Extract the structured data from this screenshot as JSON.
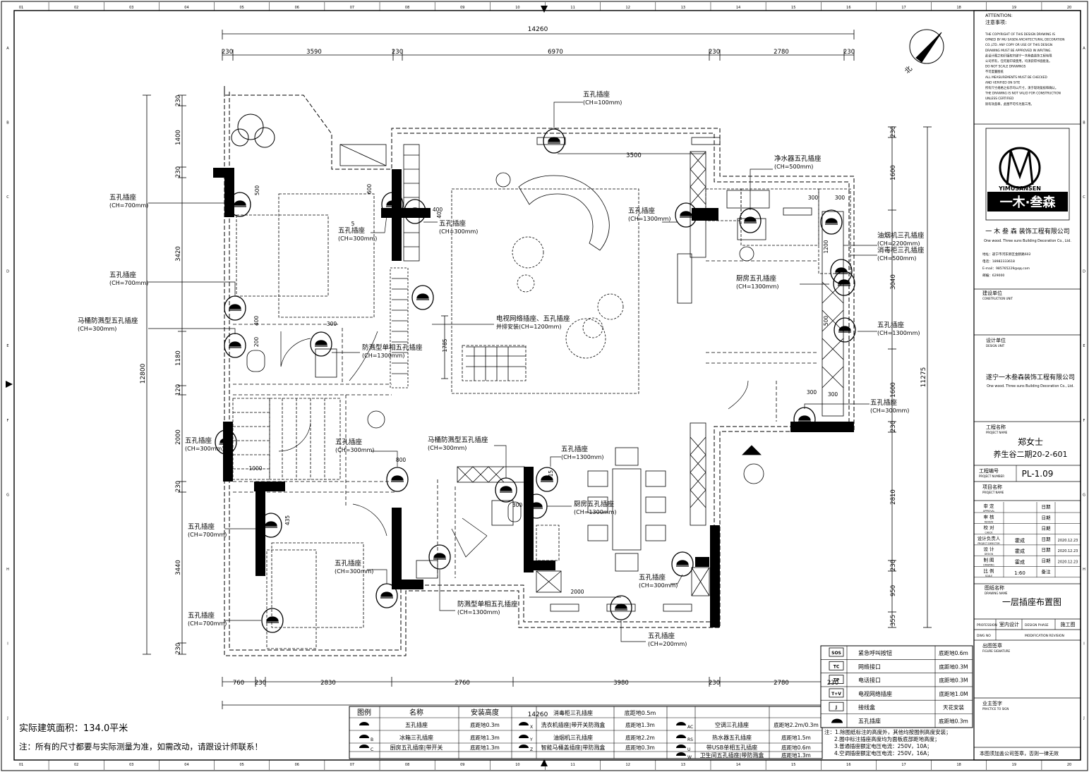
{
  "drawing": {
    "dims_top": {
      "total": "14260",
      "segments": [
        "230",
        "3590",
        "230",
        "6970",
        "230",
        "2780",
        "230"
      ],
      "interior_3500": "3500"
    },
    "dims_left": {
      "total": "12800",
      "segments": [
        "230",
        "1400",
        "230",
        "3420",
        "1180",
        "120",
        "2000",
        "230",
        "3440",
        "230"
      ]
    },
    "dims_right": {
      "total": "11275",
      "segments": [
        "230",
        "1600",
        "3040",
        "1600",
        "230",
        "2810",
        "230",
        "950",
        "355"
      ]
    },
    "dims_bottom": {
      "total": "14260",
      "segments": [
        "760",
        "230",
        "2830",
        "2760",
        "3980",
        "230",
        "2780"
      ]
    },
    "dims_inner": [
      "500",
      "600",
      "400",
      "300",
      "300",
      "1785",
      "300",
      "1200",
      "500",
      "300",
      "400",
      "200",
      "1000",
      "800",
      "435",
      "315",
      "300",
      "2000",
      "300",
      "40",
      "5"
    ],
    "north_label": "北",
    "grid_cols": [
      "01",
      "02",
      "03",
      "04",
      "05",
      "06",
      "07",
      "08",
      "09",
      "10",
      "11",
      "12",
      "13",
      "14",
      "15",
      "16",
      "17",
      "18",
      "19",
      "20"
    ],
    "grid_rows": [
      "A",
      "B",
      "C",
      "D",
      "E",
      "F",
      "G",
      "H",
      "I",
      "J"
    ],
    "labels": [
      {
        "t1": "五孔插座",
        "t2": "(CH=100mm)"
      },
      {
        "t1": "五孔插座",
        "t2": "(CH=700mm)"
      },
      {
        "t1": "五孔插座",
        "t2": "(CH=300mm)"
      },
      {
        "t1": "五孔插座",
        "t2": "(CH=300mm)"
      },
      {
        "t1": "五孔插座",
        "t2": "(CH=1300mm)"
      },
      {
        "t1": "净水器五孔插座",
        "t2": "(CH=500mm)"
      },
      {
        "t1": "五孔插座",
        "t2": "(CH=700mm)"
      },
      {
        "t1": "马桶防溅型五孔插座",
        "t2": "(CH=300mm)"
      },
      {
        "t1": "防溅型单相五孔插座",
        "t2": "(CH=1300mm)"
      },
      {
        "t1": "电视网络插座、五孔插座",
        "t2": "并排安装(CH=1200mm)"
      },
      {
        "t1": "油烟机三孔插座",
        "t2": "(CH=2200mm)"
      },
      {
        "t1": "消毒柜三孔插座",
        "t2": "(CH=500mm)"
      },
      {
        "t1": "厨房五孔插座",
        "t2": "(CH=1300mm)"
      },
      {
        "t1": "五孔插座",
        "t2": "(CH=1300mm)"
      },
      {
        "t1": "五孔插座",
        "t2": "(CH=300mm)"
      },
      {
        "t1": "五孔插座",
        "t2": "(CH=300mm)"
      },
      {
        "t1": "五孔插座",
        "t2": "(CH=300mm)"
      },
      {
        "t1": "马桶防溅型五孔插座",
        "t2": "(CH=300mm)"
      },
      {
        "t1": "五孔插座",
        "t2": "(CH=1300mm)"
      },
      {
        "t1": "五孔插座",
        "t2": "(CH=700mm)"
      },
      {
        "t1": "厨房五孔插座",
        "t2": "(CH=1300mm)"
      },
      {
        "t1": "五孔插座",
        "t2": "(CH=300mm)"
      },
      {
        "t1": "五孔插座",
        "t2": "(CH=300mm)"
      },
      {
        "t1": "五孔插座",
        "t2": "(CH=700mm)"
      },
      {
        "t1": "防溅型单相五孔插座",
        "t2": "(CH=1300mm)"
      },
      {
        "t1": "五孔插座",
        "t2": "(CH=200mm)"
      }
    ],
    "area_note": "实际建筑面积：134.0平米",
    "dim_note": "注：所有的尺寸都要与实际测量为准，如需改动，请跟设计师联系！"
  },
  "legend": {
    "headers": [
      "图例",
      "名称",
      "安装高度"
    ],
    "rows": [
      [
        {
          "sym": "",
          "name": "五孔插座",
          "h": "底距地0.3m"
        },
        {
          "sym": "X",
          "name": "洗衣机插座|带开关防溅盒",
          "h": "底距地1.3m"
        },
        {
          "sym": "AC",
          "name": "空调三孔插座",
          "h": "底距地2.2m/0.3m"
        }
      ],
      [
        {
          "sym": "B",
          "name": "冰箱三孔插座",
          "h": "底距地1.3m"
        },
        {
          "sym": "Y",
          "name": "油烟机三孔插座",
          "h": "底距地2.2m"
        },
        {
          "sym": "RS",
          "name": "热水器五孔插座",
          "h": "底距地1.5m"
        }
      ],
      [
        {
          "sym": "C",
          "name": "厨房五孔插座|带开关",
          "h": "底距地1.3m"
        },
        {
          "sym": "Z",
          "name": "智能马桶盖插座|带防溅盒",
          "h": "底距地0.3m"
        },
        {
          "sym": "U",
          "name": "带USB单相五孔插座",
          "h": "底距地0.6m"
        }
      ],
      [
        {
          "sym": "",
          "name": "",
          "h": ""
        },
        {
          "sym": "",
          "name": "",
          "h": ""
        },
        {
          "sym": "W",
          "name": "卫生间五孔插座|带防溅盒",
          "h": "底距地1.3m"
        }
      ]
    ],
    "overlap_row": {
      "name": "消毒柜三孔插座",
      "h": "底距地0.5m",
      "overlap_dim": "14260"
    },
    "right": [
      {
        "sym": "SOS",
        "name": "紧急呼叫按钮",
        "h": "底距地0.6m"
      },
      {
        "sym": "TC",
        "name": "网络接口",
        "h": "底距地0.3M"
      },
      {
        "sym": "TP",
        "name": "电话接口",
        "h": "底距地0.3M"
      },
      {
        "sym": "T+V",
        "name": "电视网络插座",
        "h": "底距地1.0M"
      },
      {
        "sym": "J",
        "name": "接线盒",
        "h": "天花安装"
      },
      {
        "sym": "",
        "name": "五孔插座",
        "h": "底距地0.3m"
      }
    ],
    "notes": [
      "注：1.除图纸标注的高度外，其他均按图例高度安装；",
      "2.图中标注插座高度均为面板底部距地高度；",
      "3.普通插座额定电压电流：250V，10A；",
      "4.空调插座额定电压电流：250V，16A；"
    ],
    "note_dim": "230"
  },
  "titleblock": {
    "attention_title": "ATTENTION:",
    "attention_cn": "注意事项:",
    "attention_lines": [
      "THE COPYRIGHT OF THIS DESIGN DRAWING IS",
      "OPNED BY MU SASEN ARCHITECTURAL DECORATION",
      "CO.,LTD. ANY COPY OR USE OF THIS DESIGN",
      "DRAWING MUST BE APPROVED IN WRITING.",
      "此设计图之知识版权归遂宁一木叁森装饰工程有限",
      "公司所有，任何复印或使用，均须获得书面批准。",
      "DO NOT SCALE DRAWINGS",
      "不可度量图纸",
      "ALL MEASUREMENTS MUST BE CHECKED",
      "AND VERIFIED ON SITE",
      "所有尺寸规格之标示均以尺寸，须于现场复核和确认。",
      "THE DRAWING IS NOT VALID FOR CONSTRUCTION",
      "UNLESS CERTIFIED",
      "除有效盖章，此图不可作为施工用。"
    ],
    "logo_pinyin": "YIMUSANSEN",
    "logo_cn": "一木·叁森",
    "company": "一 木 叁 森  装饰工程有限公司",
    "company_en": "One wood. Three suns Building Decoration Co., Ltd.",
    "contact": [
      "地址：遂宁市河东新区金鹤路602",
      "电话：18982333618",
      "E-mail：985765229@qq.com",
      "邮编：629000"
    ],
    "construction_unit": "建设单位",
    "construction_unit_en": "CONSTRUCTION UNIT",
    "design_unit": "设计单位",
    "design_unit_en": "DESIGN UNIT",
    "design_company": "遂宁一木叁森装饰工程有限公司",
    "design_company_en": "One wood. Three suns Building Decoration Co., Ltd.",
    "project_name_label": "工程名称",
    "project_name_en": "PROJECT NAME",
    "client": "郑女士",
    "project": "养生谷二期20-2-601",
    "project_no_label": "工程编号",
    "project_no_en": "PROJECT NUMBER",
    "project_no": "PL-1.09",
    "item_label": "项目名称",
    "item_en": "PROJECT NAME",
    "sign_rows": [
      {
        "role": "审  定",
        "en": "APPROVAL",
        "name": "",
        "date_label": "日期",
        "date": ""
      },
      {
        "role": "审  核",
        "en": "REVIEW",
        "name": "",
        "date_label": "日期",
        "date": ""
      },
      {
        "role": "校  对",
        "en": "CHECK",
        "name": "",
        "date_label": "日期",
        "date": ""
      },
      {
        "role": "设计负责人",
        "en": "PROJECT DIRECTOR",
        "name": "霍成",
        "date_label": "日期",
        "date": "2020.12.23"
      },
      {
        "role": "设  计",
        "en": "DESIGN",
        "name": "霍成",
        "date_label": "日期",
        "date": "2020.12.23"
      },
      {
        "role": "制  图",
        "en": "DRAWING",
        "name": "霍成",
        "date_label": "日期",
        "date": "2020.12.23"
      },
      {
        "role": "比  例",
        "en": "SCALE",
        "name": "1:60",
        "date_label": "备注",
        "date": ""
      }
    ],
    "drawing_name_label": "图纸名称",
    "drawing_name_en": "DRAWING NAME",
    "drawing_name": "一层插座布置图",
    "profession_label": "PROFESSION",
    "profession": "室内设计",
    "phase_label": "DESIGN PHASE",
    "phase": "施工图",
    "dwg_no_label": "DWG NO",
    "revision_label": "MODIFICATION REVISION",
    "figure_sign": "出图签章",
    "figure_sign_en": "FIGURE SIGNATURE",
    "owner_sign": "业主签字",
    "owner_sign_en": "PRACTICE TO SIGN",
    "footer": "本图须加盖公司签章，否则一律无效"
  }
}
